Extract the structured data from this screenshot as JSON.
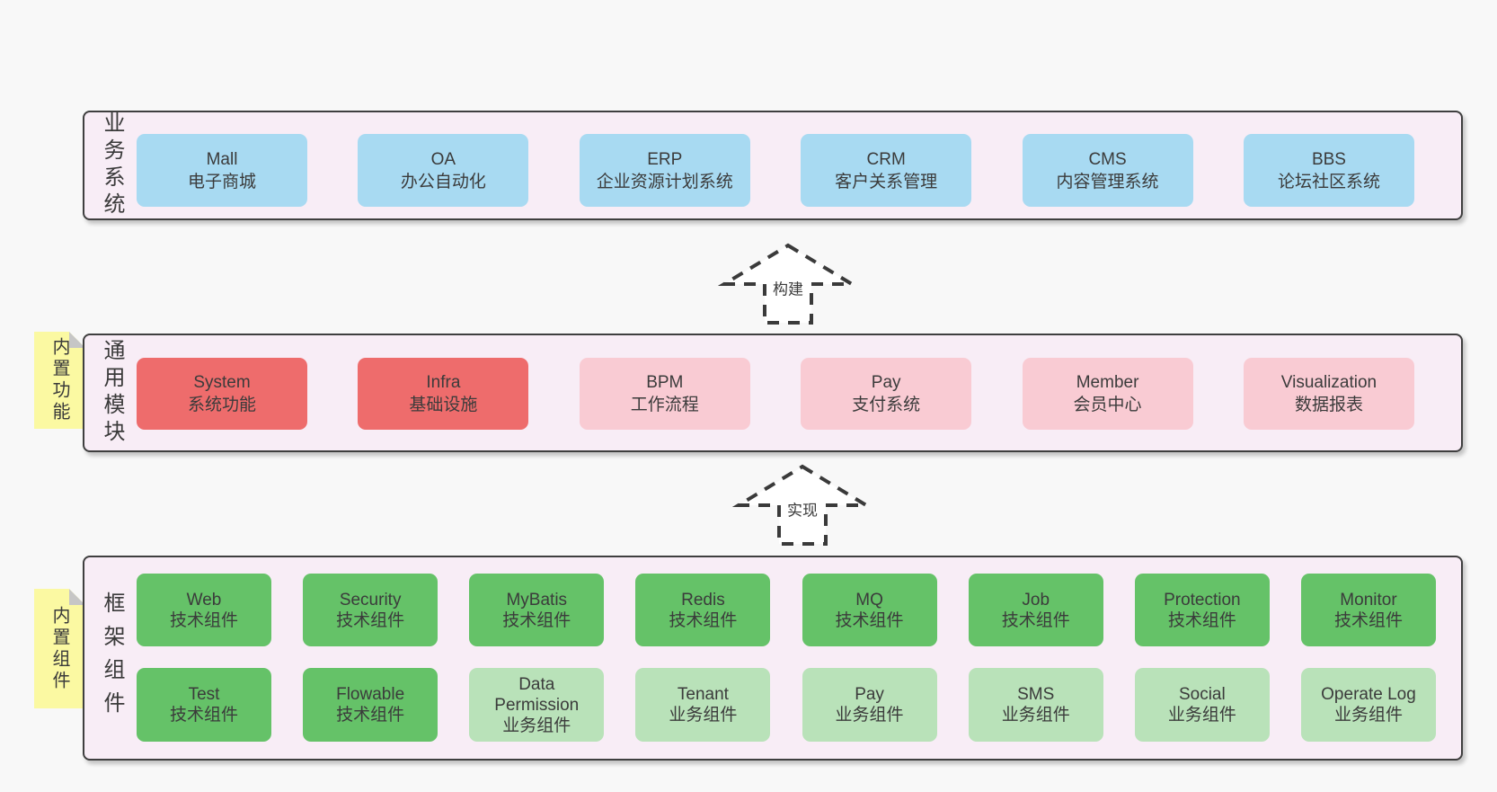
{
  "diagram": {
    "rows": [
      {
        "label": "业务系统",
        "boxes": [
          {
            "title": "Mall",
            "subtitle": "电子商城"
          },
          {
            "title": "OA",
            "subtitle": "办公自动化"
          },
          {
            "title": "ERP",
            "subtitle": "企业资源计划系统"
          },
          {
            "title": "CRM",
            "subtitle": "客户关系管理"
          },
          {
            "title": "CMS",
            "subtitle": "内容管理系统"
          },
          {
            "title": "BBS",
            "subtitle": "论坛社区系统"
          }
        ]
      },
      {
        "label": "通用模块",
        "note": "内置功能",
        "boxes": [
          {
            "title": "System",
            "subtitle": "系统功能"
          },
          {
            "title": "Infra",
            "subtitle": "基础设施"
          },
          {
            "title": "BPM",
            "subtitle": "工作流程"
          },
          {
            "title": "Pay",
            "subtitle": "支付系统"
          },
          {
            "title": "Member",
            "subtitle": "会员中心"
          },
          {
            "title": "Visualization",
            "subtitle": "数据报表"
          }
        ]
      },
      {
        "label": "框架组件",
        "note": "内置组件",
        "boxes_top": [
          {
            "title": "Web",
            "subtitle": "技术组件"
          },
          {
            "title": "Security",
            "subtitle": "技术组件"
          },
          {
            "title": "MyBatis",
            "subtitle": "技术组件"
          },
          {
            "title": "Redis",
            "subtitle": "技术组件"
          },
          {
            "title": "MQ",
            "subtitle": "技术组件"
          },
          {
            "title": "Job",
            "subtitle": "技术组件"
          },
          {
            "title": "Protection",
            "subtitle": "技术组件"
          },
          {
            "title": "Monitor",
            "subtitle": "技术组件"
          }
        ],
        "boxes_bottom": [
          {
            "title": "Test",
            "subtitle": "技术组件"
          },
          {
            "title": "Flowable",
            "subtitle": "技术组件"
          },
          {
            "title": "Data Permission",
            "subtitle": "业务组件"
          },
          {
            "title": "Tenant",
            "subtitle": "业务组件"
          },
          {
            "title": "Pay",
            "subtitle": "业务组件"
          },
          {
            "title": "SMS",
            "subtitle": "业务组件"
          },
          {
            "title": "Social",
            "subtitle": "业务组件"
          },
          {
            "title": "Operate Log",
            "subtitle": "业务组件"
          }
        ]
      }
    ],
    "arrows": [
      {
        "label": "构建"
      },
      {
        "label": "实现"
      }
    ],
    "colors": {
      "background": "#f8f8f8",
      "panel": "#f8edf6",
      "panel_border": "#3f3f3f",
      "blue": "#a8daf2",
      "red": "#ee6c6c",
      "pink": "#f9cbd3",
      "green": "#65c268",
      "light_green": "#b9e2b9",
      "note_yellow": "#fbf9a2",
      "text": "#383838"
    }
  }
}
